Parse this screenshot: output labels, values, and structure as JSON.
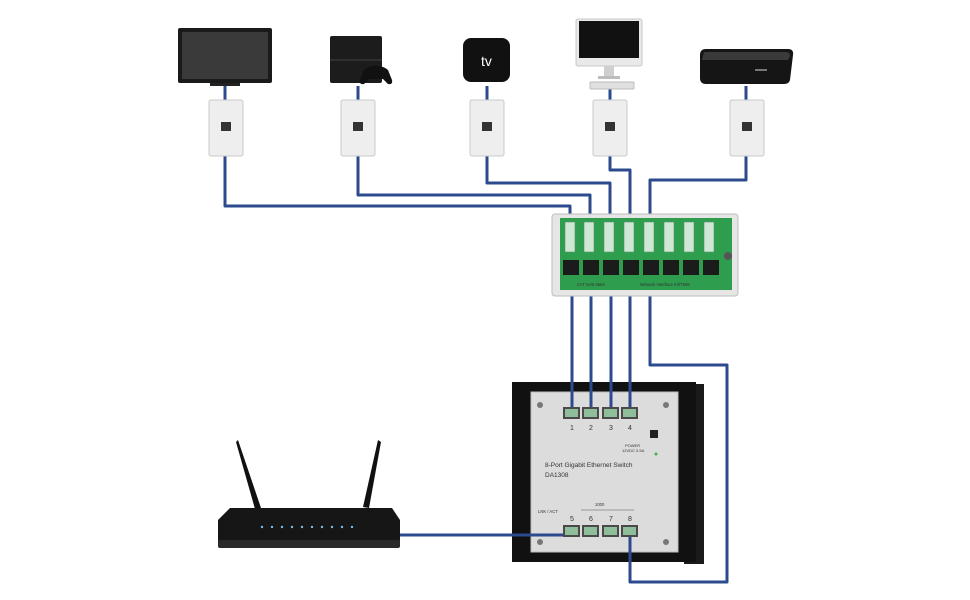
{
  "devices": [
    {
      "name": "tv",
      "icon": "television-icon"
    },
    {
      "name": "game-console",
      "icon": "game-console-icon"
    },
    {
      "name": "streaming-box",
      "icon": "apple-tv-icon",
      "logo": "tv"
    },
    {
      "name": "desktop-computer",
      "icon": "desktop-computer-icon"
    },
    {
      "name": "set-top-box",
      "icon": "set-top-box-icon"
    }
  ],
  "patch_panel": {
    "label_left": "CAT 5e/6 568A",
    "label_right": "Network Interface Kit/T568"
  },
  "switch": {
    "title": "8-Port Gigabit Ethernet Switch",
    "model": "DA1308",
    "top_ports": [
      "1",
      "2",
      "3",
      "4"
    ],
    "bottom_ports": [
      "5",
      "6",
      "7",
      "8"
    ],
    "link_label": "LNK / ACT",
    "speed_label": "1000",
    "power_label": "POWER",
    "power_spec": "12VDC 0.5A"
  },
  "colors": {
    "cable": "#2c4a8e",
    "switch_face": "#dcdcdc",
    "switch_frame": "#111111",
    "panel_board": "#2e9e4e",
    "wall_plate": "#eeeeee"
  }
}
